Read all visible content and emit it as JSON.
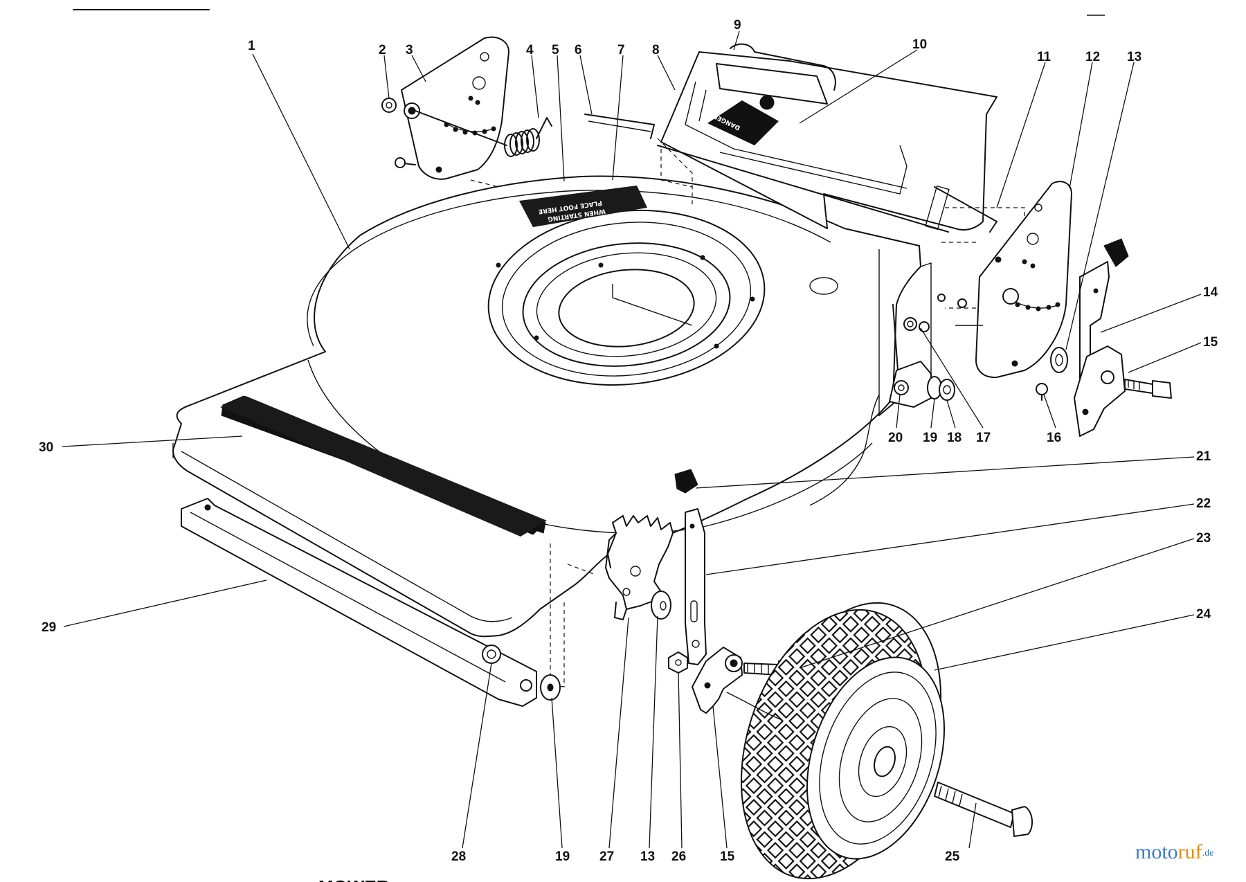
{
  "diagram": {
    "type": "exploded parts diagram",
    "callouts": [
      {
        "id": "c1",
        "label": "1"
      },
      {
        "id": "c2",
        "label": "2"
      },
      {
        "id": "c3",
        "label": "3"
      },
      {
        "id": "c4",
        "label": "4"
      },
      {
        "id": "c5",
        "label": "5"
      },
      {
        "id": "c6",
        "label": "6"
      },
      {
        "id": "c7",
        "label": "7"
      },
      {
        "id": "c8",
        "label": "8"
      },
      {
        "id": "c9",
        "label": "9"
      },
      {
        "id": "c10",
        "label": "10"
      },
      {
        "id": "c11",
        "label": "11"
      },
      {
        "id": "c12",
        "label": "12"
      },
      {
        "id": "c13a",
        "label": "13"
      },
      {
        "id": "c14",
        "label": "14"
      },
      {
        "id": "c15a",
        "label": "15"
      },
      {
        "id": "c16",
        "label": "16"
      },
      {
        "id": "c17",
        "label": "17"
      },
      {
        "id": "c18",
        "label": "18"
      },
      {
        "id": "c19a",
        "label": "19"
      },
      {
        "id": "c20",
        "label": "20"
      },
      {
        "id": "c21",
        "label": "21"
      },
      {
        "id": "c22",
        "label": "22"
      },
      {
        "id": "c23",
        "label": "23"
      },
      {
        "id": "c24",
        "label": "24"
      },
      {
        "id": "c25",
        "label": "25"
      },
      {
        "id": "c26",
        "label": "26"
      },
      {
        "id": "c15b",
        "label": "15"
      },
      {
        "id": "c13b",
        "label": "13"
      },
      {
        "id": "c27",
        "label": "27"
      },
      {
        "id": "c19b",
        "label": "19"
      },
      {
        "id": "c28",
        "label": "28"
      },
      {
        "id": "c29",
        "label": "29"
      },
      {
        "id": "c30",
        "label": "30"
      }
    ],
    "decals": {
      "danger": "DANGER",
      "foot_line1": "PLACE FOOT HERE",
      "foot_line2": "WHEN STARTING"
    },
    "caption_fragment": "MOWER"
  },
  "watermark": {
    "part1": "moto",
    "part2": "ruf",
    "suffix": ".de"
  },
  "colors": {
    "line": "#111111",
    "background": "#ffffff",
    "watermark_blue": "#3b7dbd",
    "watermark_orange": "#e08a1a"
  }
}
